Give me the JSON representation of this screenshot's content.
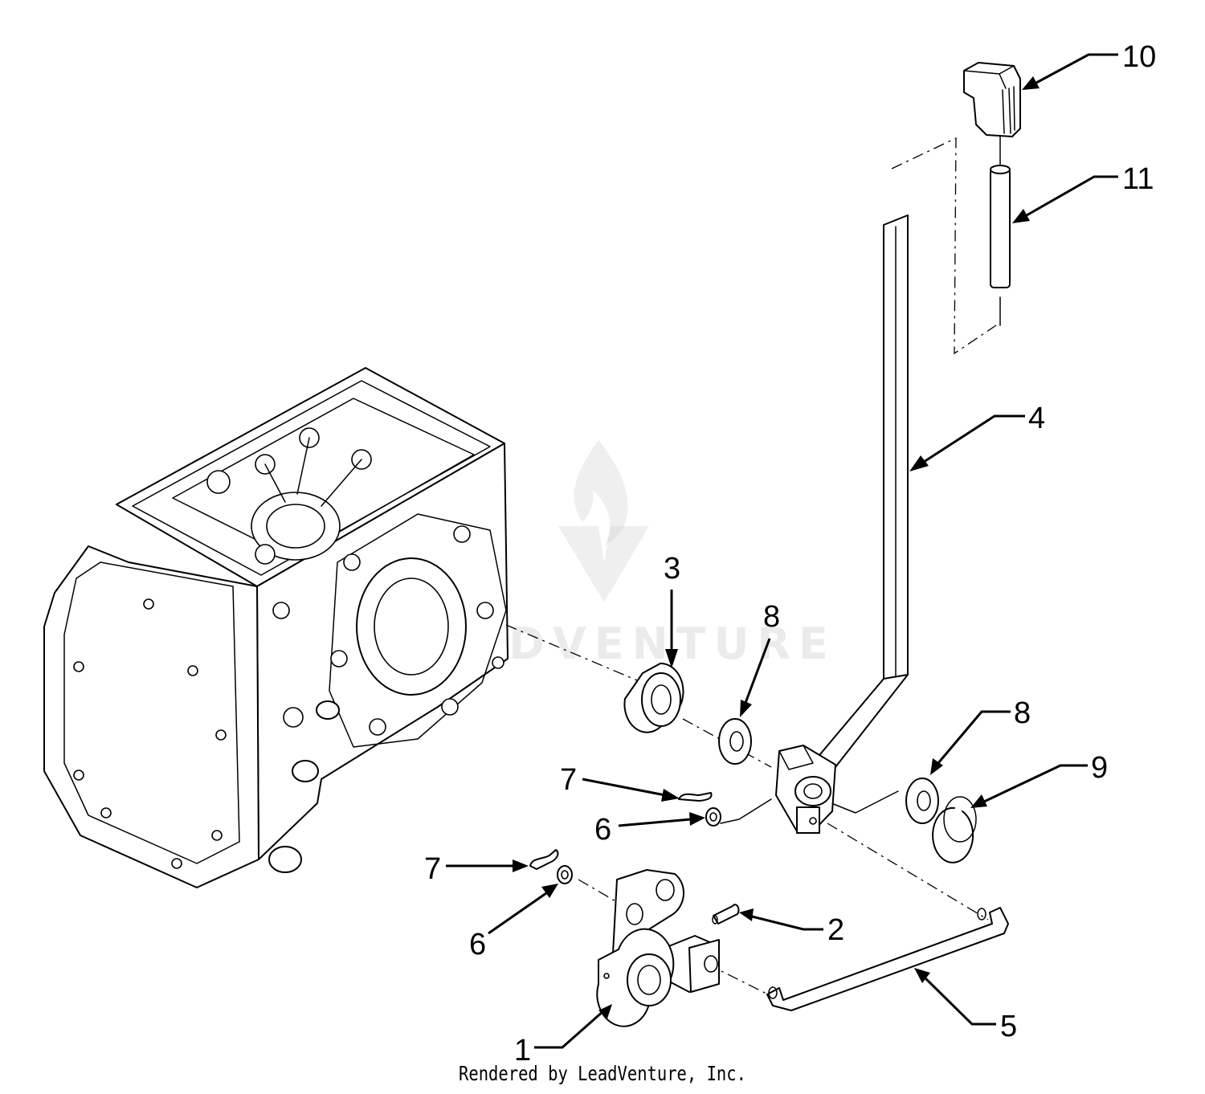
{
  "callouts": [
    {
      "id": "1",
      "label": "1"
    },
    {
      "id": "2",
      "label": "2"
    },
    {
      "id": "3",
      "label": "3"
    },
    {
      "id": "4",
      "label": "4"
    },
    {
      "id": "5",
      "label": "5"
    },
    {
      "id": "6a",
      "label": "6"
    },
    {
      "id": "6b",
      "label": "6"
    },
    {
      "id": "7a",
      "label": "7"
    },
    {
      "id": "7b",
      "label": "7"
    },
    {
      "id": "8a",
      "label": "8"
    },
    {
      "id": "8b",
      "label": "8"
    },
    {
      "id": "9",
      "label": "9"
    },
    {
      "id": "10",
      "label": "10"
    },
    {
      "id": "11",
      "label": "11"
    }
  ],
  "watermark": {
    "text": "LEADVENTURE"
  },
  "footer": {
    "text": "Rendered by LeadVenture, Inc."
  },
  "colors": {
    "line": "#000000",
    "background": "#ffffff",
    "watermark": "#c8c8c8"
  }
}
